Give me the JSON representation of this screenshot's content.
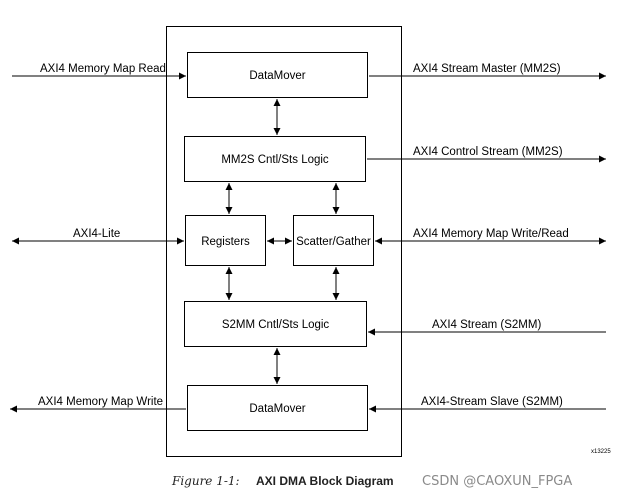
{
  "blocks": {
    "datamover_top": "DataMover",
    "mm2s_logic": "MM2S Cntl/Sts Logic",
    "registers": "Registers",
    "scatter_gather": "Scatter/Gather",
    "s2mm_logic": "S2MM Cntl/Sts Logic",
    "datamover_bottom": "DataMover"
  },
  "signals": {
    "mm_read": "AXI4 Memory Map Read",
    "stream_master": "AXI4 Stream Master (MM2S)",
    "control_stream": "AXI4 Control Stream (MM2S)",
    "axi4_lite": "AXI4-Lite",
    "mm_write_read": "AXI4 Memory Map Write/Read",
    "stream_s2mm": "AXI4 Stream (S2MM)",
    "mm_write": "AXI4 Memory Map Write",
    "stream_slave": "AXI4-Stream Slave (S2MM)"
  },
  "figure_id": "x13225",
  "caption": {
    "figure_label": "Figure 1-1:",
    "title": "AXI DMA Block Diagram"
  },
  "watermark": "CSDN @CAOXUN_FPGA"
}
